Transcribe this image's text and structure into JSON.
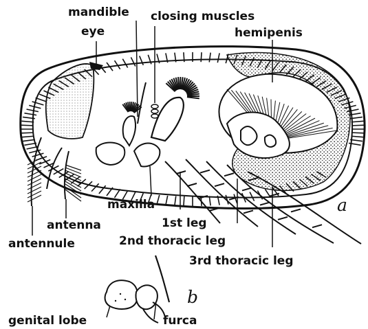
{
  "labels": {
    "mandible": "mandible",
    "eye": "eye",
    "closing_muscles": "closing muscles",
    "hemipenis": "hemipenis",
    "maxilla": "maxilla",
    "antenna": "antenna",
    "antennule": "antennule",
    "first_leg": "1st leg",
    "second_thoracic_leg": "2nd thoracic leg",
    "third_thoracic_leg": "3rd thoracic leg",
    "genital_lobe": "genital lobe",
    "furca": "furca"
  },
  "figure_letters": {
    "a": "a",
    "b": "b"
  },
  "colors": {
    "ink": "#111111",
    "paper": "#ffffff",
    "stipple": "#555555"
  }
}
